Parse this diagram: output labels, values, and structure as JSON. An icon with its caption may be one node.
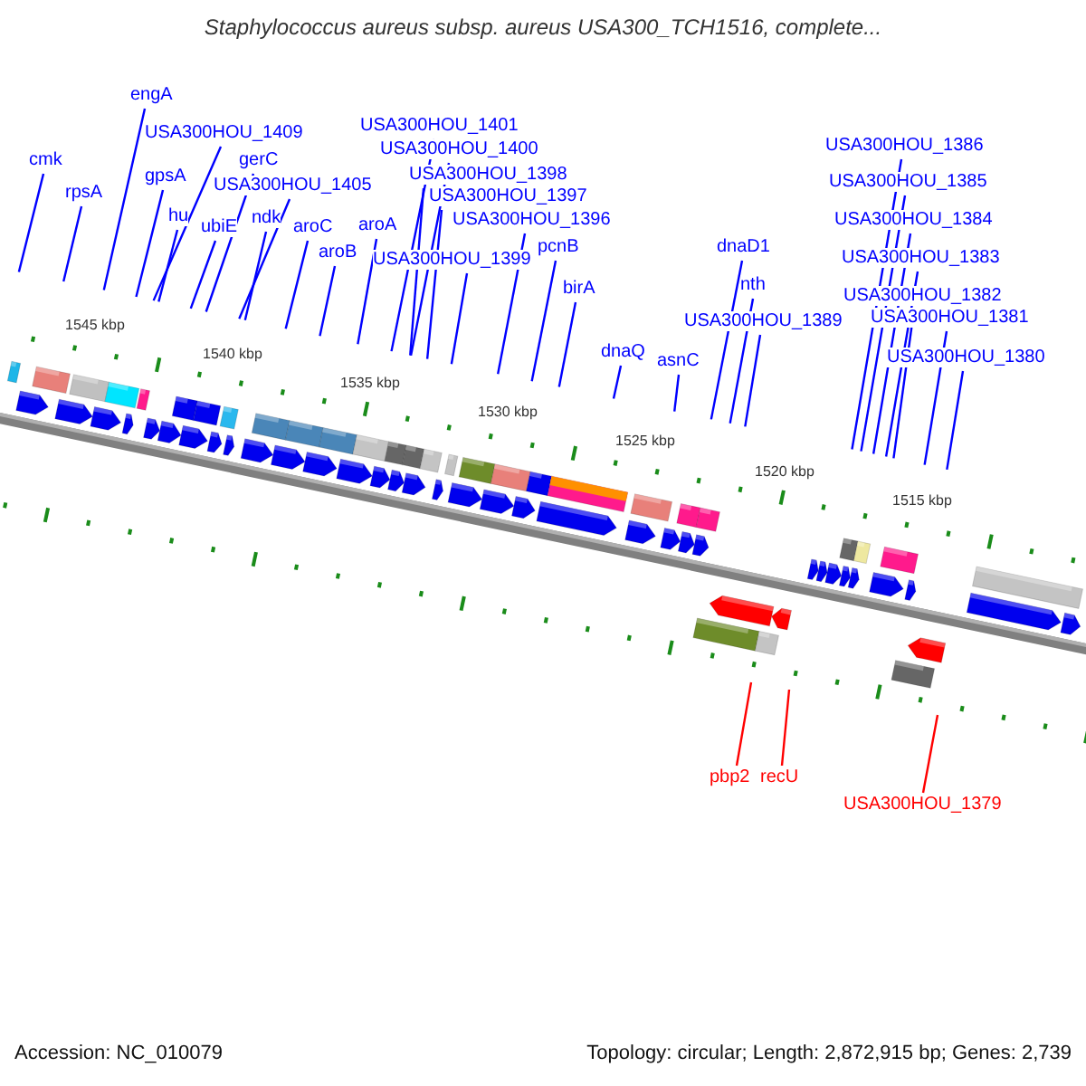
{
  "diagram": {
    "title": "Staphylococcus aureus subsp. aureus USA300_TCH1516, complete...",
    "nodes": [
      {
        "text": [
          "cmk"
        ]
      },
      {
        "text": [
          "rpsA"
        ]
      },
      {
        "text": [
          "engA"
        ]
      },
      {
        "text": [
          "USA300HOU_1409"
        ]
      },
      {
        "text": [
          "gpsA"
        ]
      },
      {
        "text": [
          "hu"
        ]
      },
      {
        "text": [
          "gerC"
        ]
      },
      {
        "text": [
          "ubiE"
        ]
      },
      {
        "text": [
          "USA300HOU_1405"
        ]
      },
      {
        "text": [
          "ndk"
        ]
      },
      {
        "text": [
          "aroC"
        ]
      },
      {
        "text": [
          "aroB"
        ]
      },
      {
        "text": [
          "aroA"
        ]
      },
      {
        "text": [
          "USA300HOU_1401"
        ]
      },
      {
        "text": [
          "USA300HOU_1400"
        ]
      },
      {
        "text": [
          "USA300HOU_1398"
        ]
      },
      {
        "text": [
          "USA300HOU_1397"
        ]
      },
      {
        "text": [
          "USA300HOU_1396"
        ]
      },
      {
        "text": [
          "USA300HOU_1399"
        ]
      },
      {
        "text": [
          "pcnB"
        ]
      },
      {
        "text": [
          "birA"
        ]
      },
      {
        "text": [
          "dnaQ"
        ]
      },
      {
        "text": [
          "asnC"
        ]
      },
      {
        "text": [
          "dnaD1"
        ]
      },
      {
        "text": [
          "nth"
        ]
      },
      {
        "text": [
          "USA300HOU_1389"
        ]
      },
      {
        "text": [
          "USA300HOU_1386"
        ]
      },
      {
        "text": [
          "USA300HOU_1385"
        ]
      },
      {
        "text": [
          "USA300HOU_1384"
        ]
      },
      {
        "text": [
          "USA300HOU_1383"
        ]
      },
      {
        "text": [
          "USA300HOU_1382"
        ]
      },
      {
        "text": [
          "USA300HOU_1381"
        ]
      },
      {
        "text": [
          "USA300HOU_1380"
        ]
      },
      {
        "text": [
          "pbp2"
        ]
      },
      {
        "text": [
          "recU"
        ]
      },
      {
        "text": [
          "USA300HOU_1379"
        ]
      }
    ],
    "edges": [
      {
        "from": 0,
        "to": null,
        "arrow": "none"
      },
      {
        "from": 1,
        "to": null,
        "arrow": "none"
      },
      {
        "from": 2,
        "to": null,
        "arrow": "none"
      },
      {
        "from": 3,
        "to": null,
        "arrow": "none"
      },
      {
        "from": 4,
        "to": null,
        "arrow": "none"
      },
      {
        "from": 5,
        "to": null,
        "arrow": "none"
      },
      {
        "from": 6,
        "to": null,
        "arrow": "none"
      },
      {
        "from": 7,
        "to": null,
        "arrow": "none"
      },
      {
        "from": 8,
        "to": null,
        "arrow": "none"
      },
      {
        "from": 9,
        "to": null,
        "arrow": "none"
      },
      {
        "from": 10,
        "to": null,
        "arrow": "none"
      },
      {
        "from": 11,
        "to": null,
        "arrow": "none"
      },
      {
        "from": 12,
        "to": null,
        "arrow": "none"
      },
      {
        "from": 13,
        "to": null,
        "arrow": "none"
      },
      {
        "from": 14,
        "to": null,
        "arrow": "none"
      },
      {
        "from": 15,
        "to": null,
        "arrow": "none"
      },
      {
        "from": 16,
        "to": null,
        "arrow": "none"
      },
      {
        "from": 17,
        "to": null,
        "arrow": "none"
      },
      {
        "from": 18,
        "to": null,
        "arrow": "none"
      },
      {
        "from": 19,
        "to": null,
        "arrow": "none"
      },
      {
        "from": 20,
        "to": null,
        "arrow": "none"
      },
      {
        "from": 21,
        "to": null,
        "arrow": "none"
      },
      {
        "from": 22,
        "to": null,
        "arrow": "none"
      },
      {
        "from": 23,
        "to": null,
        "arrow": "none"
      },
      {
        "from": 24,
        "to": null,
        "arrow": "none"
      },
      {
        "from": 25,
        "to": null,
        "arrow": "none"
      },
      {
        "from": 26,
        "to": null,
        "arrow": "none"
      },
      {
        "from": 27,
        "to": null,
        "arrow": "none"
      },
      {
        "from": 28,
        "to": null,
        "arrow": "none"
      },
      {
        "from": 29,
        "to": null,
        "arrow": "none"
      },
      {
        "from": 30,
        "to": null,
        "arrow": "none"
      },
      {
        "from": 31,
        "to": null,
        "arrow": "none"
      },
      {
        "from": 32,
        "to": null,
        "arrow": "none"
      },
      {
        "from": 33,
        "to": null,
        "arrow": "none",
        "color": "#ff0000"
      },
      {
        "from": 34,
        "to": null,
        "arrow": "none",
        "color": "#ff0000"
      },
      {
        "from": 35,
        "to": null,
        "arrow": "none",
        "color": "#ff0000"
      }
    ],
    "labels": [
      "1545 kbp",
      "1540 kbp",
      "1535 kbp",
      "1530 kbp",
      "1525 kbp",
      "1520 kbp",
      "1515 kbp",
      "Accession: NC_010079",
      "Topology: circular; Length: 2,872,915 bp; Genes: 2,739"
    ]
  }
}
